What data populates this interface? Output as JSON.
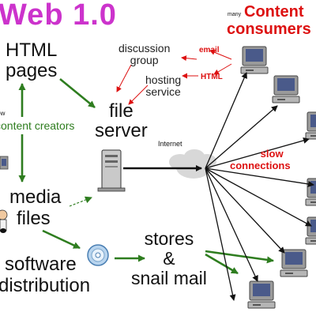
{
  "title": "Web 1.0",
  "colors": {
    "title": "#cc33cc",
    "red": "#dd1111",
    "green": "#2e7d1f",
    "arrow_black": "#111111",
    "cloud": "#d8d8d8",
    "monitor_frame": "#9a9a9a",
    "monitor_screen": "#4a5a8a"
  },
  "labels": {
    "content_consumers_line1": "Content",
    "content_consumers_line2": "consumers",
    "many": "many",
    "html_pages_line1": "HTML",
    "html_pages_line2": "pages",
    "few": "few",
    "content_creators": "content creators",
    "discussion_group_line1": "discussion",
    "discussion_group_line2": "group",
    "hosting_service_line1": "hosting",
    "hosting_service_line2": "service",
    "email": "email",
    "html": "HTML",
    "file_server_line1": "file",
    "file_server_line2": "server",
    "internet": "Internet",
    "slow_connections_line1": "slow",
    "slow_connections_line2": "connections",
    "media_files_line1": "media",
    "media_files_line2": "files",
    "software_distribution_line1": "software",
    "software_distribution_line2": "distribution",
    "stores_line1": "stores",
    "stores_line2": "&",
    "stores_line3": "snail mail"
  },
  "icons": {
    "file_server": "server-tower-icon",
    "internet": "cloud-icon",
    "software": "cd-disc-icon",
    "consumer": "desktop-computer-icon",
    "creator": "person-icon"
  }
}
